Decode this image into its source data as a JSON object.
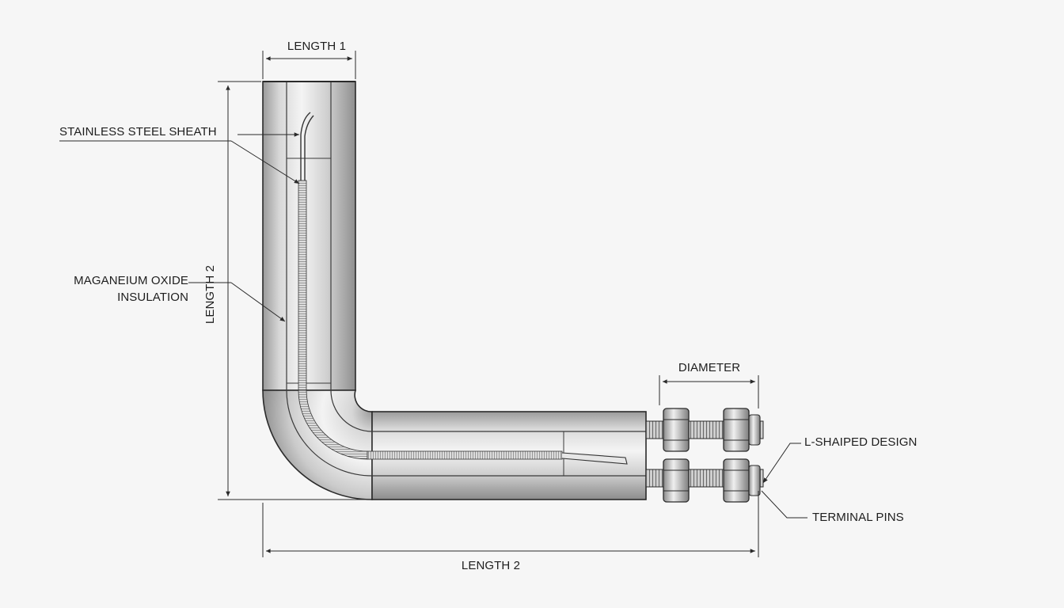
{
  "labels": {
    "length_1": "LENGTH 1",
    "length_2_vertical": "LENGTH 2",
    "length_2_horizontal": "LENGTH 2",
    "diameter": "DIAMETER",
    "sheath": "STAINLESS STEEL SHEATH",
    "insulation_line1": "MAGANEIUM OXIDE",
    "insulation_line2": "INSULATION",
    "l_shaped": "L-SHAIPED DESIGN",
    "terminal_pins": "TERMINAL PINS"
  },
  "colors": {
    "line": "#2a2a2a",
    "tube_light": "#f2f2f2",
    "tube_mid": "#c9c9c9",
    "tube_dark": "#8d8d8d",
    "background": "#f6f6f6"
  }
}
